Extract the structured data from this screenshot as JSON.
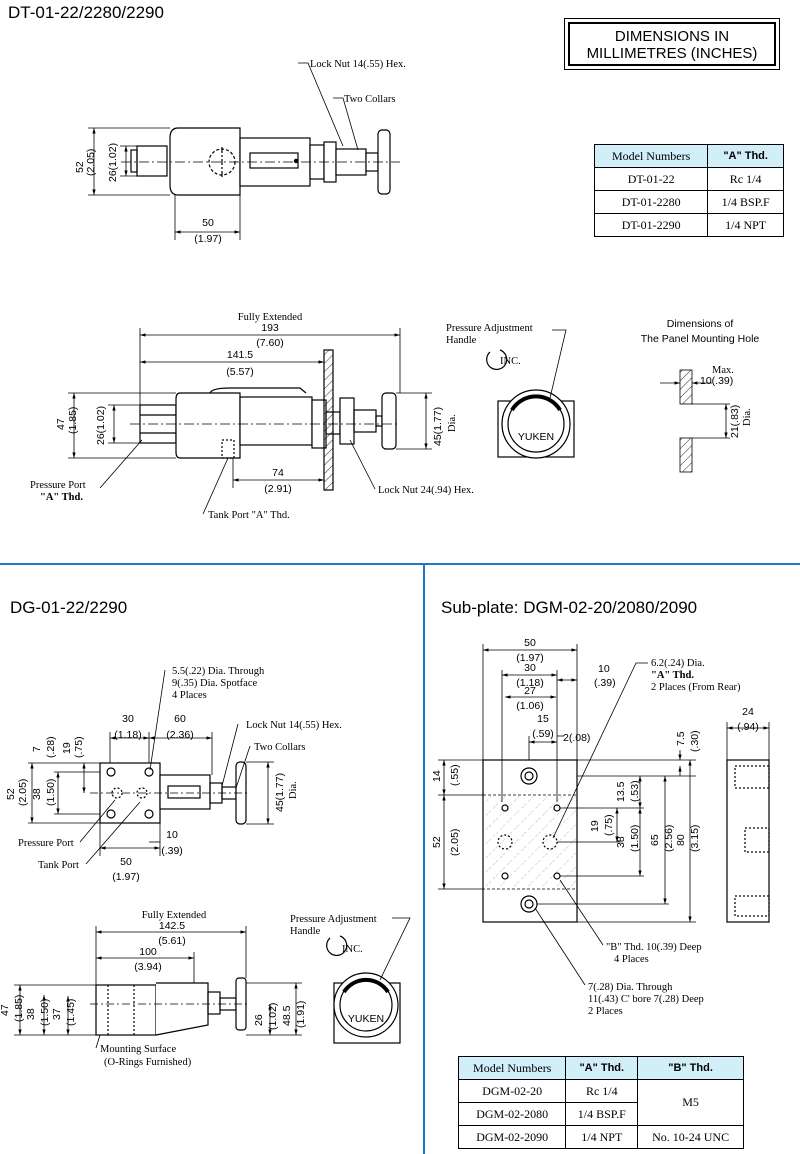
{
  "sections": {
    "dt_title": "DT-01-22/2280/2290",
    "dg_title": "DG-01-22/2290",
    "subplate_title": "Sub-plate: DGM-02-20/2080/2090"
  },
  "dim_note": {
    "line1": "DIMENSIONS IN",
    "line2": "MILLIMETRES (INCHES)"
  },
  "dt_table": {
    "headers": [
      "Model Numbers",
      "\"A\" Thd."
    ],
    "rows": [
      [
        "DT-01-22",
        "Rc 1/4"
      ],
      [
        "DT-01-2280",
        "1/4 BSP.F"
      ],
      [
        "DT-01-2290",
        "1/4 NPT"
      ]
    ]
  },
  "dgm_table": {
    "headers": [
      "Model Numbers",
      "\"A\" Thd.",
      "\"B\" Thd."
    ],
    "rows": [
      [
        "DGM-02-20",
        "Rc 1/4",
        "M5"
      ],
      [
        "DGM-02-2080",
        "1/4 BSP.F",
        ""
      ],
      [
        "DGM-02-2090",
        "1/4 NPT",
        "No. 10-24 UNC"
      ]
    ]
  },
  "dt_top": {
    "lock_nut": "Lock Nut 14(.55) Hex.",
    "two_collars": "Two Collars",
    "d52": "52",
    "d52i": "(2.05)",
    "d26": "26(1.02)",
    "d50": "50",
    "d50i": "(1.97)"
  },
  "dt_side": {
    "fully_extended": "Fully Extended",
    "d193": "193",
    "d193i": "(7.60)",
    "d141": "141.5",
    "d141i": "(5.57)",
    "d47": "47",
    "d47i": "(1.85)",
    "d26": "26(1.02)",
    "d45": "45(1.77)",
    "dia": "Dia.",
    "d74": "74",
    "d74i": "(2.91)",
    "pressure_port": "Pressure Port",
    "a_thd": "\"A\" Thd.",
    "tank_port": "Tank Port \"A\" Thd.",
    "lock_nut": "Lock Nut 24(.94) Hex.",
    "adj1": "Pressure Adjustment",
    "adj2": "Handle",
    "inc": "INC.",
    "yuken": "YUKEN",
    "panel1": "Dimensions of",
    "panel2": "The Panel Mounting Hole",
    "max": "Max.",
    "max10": "10(.39)",
    "d21": "21(.83)",
    "dia2": "Dia."
  },
  "dg_top": {
    "hole1": "5.5(.22) Dia. Through",
    "hole2": "9(.35) Dia. Spotface",
    "hole3": "4 Places",
    "d30": "30",
    "d30i": "(1.18)",
    "d60": "60",
    "d60i": "(2.36)",
    "lock_nut": "Lock Nut 14(.55) Hex.",
    "two_collars": "Two Collars",
    "d7": "7",
    "d7i": "(.28)",
    "d19": "19",
    "d19i": "(.75)",
    "d52": "52",
    "d52i": "(2.05)",
    "d38": "38",
    "d38i": "(1.50)",
    "d45": "45(1.77)",
    "dia": "Dia.",
    "pressure_port": "Pressure Port",
    "tank_port": "Tank Port",
    "d10": "10",
    "d10i": "(.39)",
    "d50": "50",
    "d50i": "(1.97)"
  },
  "dg_side": {
    "fully_extended": "Fully Extended",
    "d142": "142.5",
    "d142i": "(5.61)",
    "d100": "100",
    "d100i": "(3.94)",
    "d47": "47",
    "d47i": "(1.85)",
    "d38": "38",
    "d38i": "(1.50)",
    "d37": "37",
    "d37i": "(1.45)",
    "d26": "26",
    "d26i": "(1.02)",
    "d485": "48.5",
    "d485i": "(1.91)",
    "mount1": "Mounting Surface",
    "mount2": "(O-Rings Furnished)",
    "adj1": "Pressure Adjustment",
    "adj2": "Handle",
    "inc": "INC.",
    "yuken": "YUKEN"
  },
  "subplate": {
    "d50": "50",
    "d50i": "(1.97)",
    "d30": "30",
    "d30i": "(1.18)",
    "d27": "27",
    "d27i": "(1.06)",
    "d15": "15",
    "d15i": "(.59)",
    "d2": "2(.08)",
    "d10": "10",
    "d10i": "(.39)",
    "h1": "6.2(.24) Dia.",
    "h2": "\"A\" Thd.",
    "h3": "2 Places (From Rear)",
    "d24": "24",
    "d24i": "(.94)",
    "d14": "14",
    "d14i": "(.55)",
    "d75": "7.5",
    "d75i": "(.30)",
    "d135": "13.5",
    "d135i": "(.53)",
    "d19": "19",
    "d19i": "(.75)",
    "d38": "38",
    "d38i": "(1.50)",
    "d65": "65",
    "d65i": "(2.56)",
    "d80": "80",
    "d80i": "(3.15)",
    "d52": "52",
    "d52i": "(2.05)",
    "b1": "\"B\" Thd. 10(.39) Deep",
    "b2": "4 Places",
    "c1": "7(.28) Dia. Through",
    "c2": "11(.43) C' bore 7(.28) Deep",
    "c3": "2 Places"
  },
  "colors": {
    "divider": "#1e78c8",
    "table_header": "#d2eef8"
  }
}
